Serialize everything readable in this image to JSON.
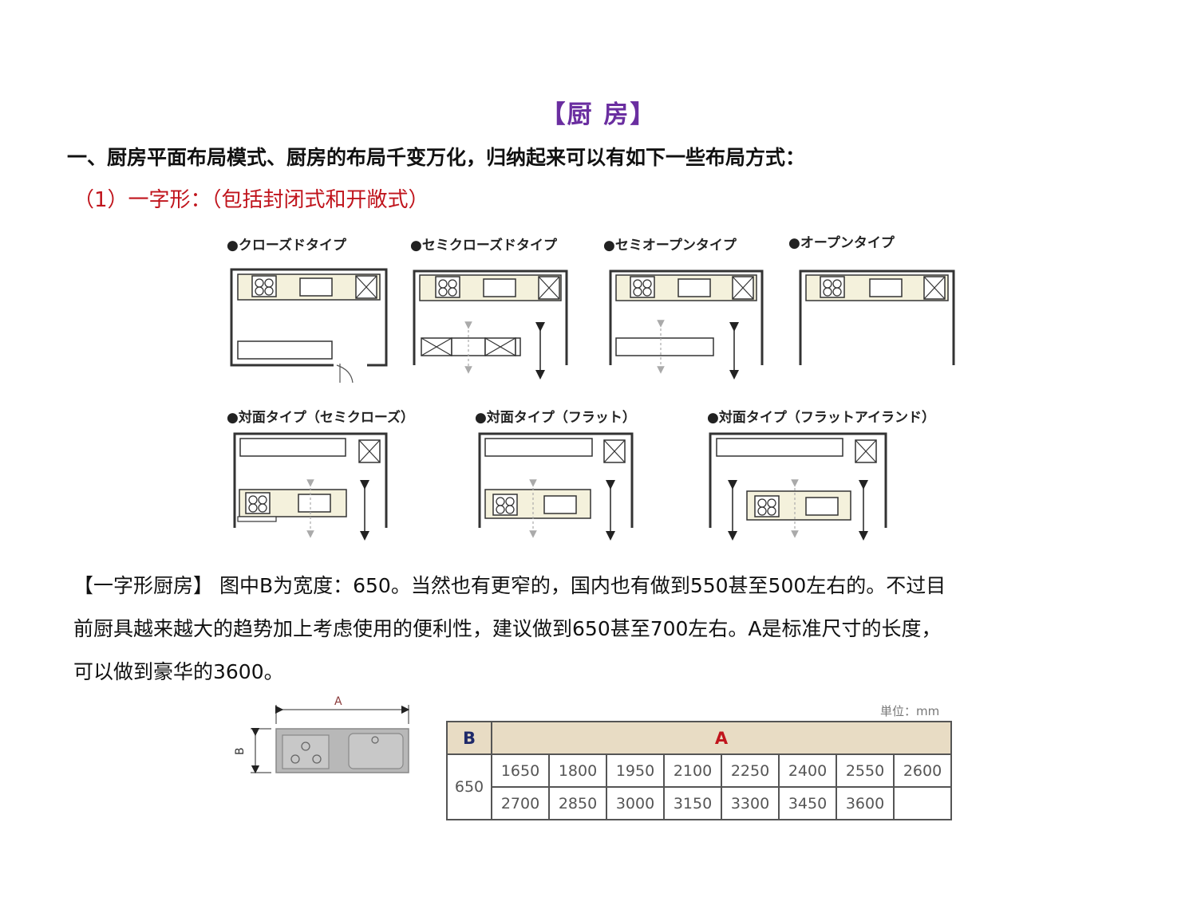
{
  "title": "【厨 房】",
  "heading1": "一、厨房平面布局模式、厨房的布局千变万化，归纳起来可以有如下一些布局方式：",
  "heading2": "（1）一字形：（包括封闭式和开敞式）",
  "plans": [
    {
      "label": "●クローズドタイプ"
    },
    {
      "label": "●セミクローズドタイプ"
    },
    {
      "label": "●セミオープンタイプ"
    },
    {
      "label": "●オープンタイプ"
    },
    {
      "label": "●対面タイプ（セミクローズ）"
    },
    {
      "label": "●対面タイプ（フラット）"
    },
    {
      "label": "●対面タイプ（フラットアイランド）"
    }
  ],
  "paragraph": [
    "【一字形厨房】 图中B为宽度：650。当然也有更窄的，国内也有做到550甚至500左右的。不过目",
    "前厨具越来越大的趋势加上考虑使用的便利性，建议做到650甚至700左右。A是标准尺寸的长度，",
    "可以做到豪华的3600。"
  ],
  "dimension_diagram": {
    "label_a": "A",
    "label_b": "B"
  },
  "size_table": {
    "unit": "単位：mm",
    "header_b": "B",
    "header_a": "A",
    "b_value": "650",
    "row1": [
      "1650",
      "1800",
      "1950",
      "2100",
      "2250",
      "2400",
      "2550",
      "2600"
    ],
    "row2": [
      "2700",
      "2850",
      "3000",
      "3150",
      "3300",
      "3450",
      "3600",
      ""
    ]
  },
  "colors": {
    "title": "#6a2ea0",
    "heading2": "#c0141c",
    "counter": "#f4f1dc",
    "table_header": "#e8dcc4"
  }
}
